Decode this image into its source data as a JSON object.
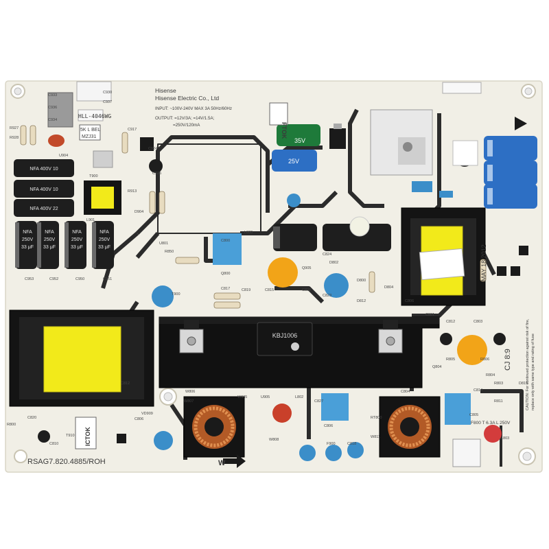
{
  "board": {
    "part_number": "RSAG7.820.4885/ROH",
    "model_label": "HLL-4046WG",
    "manufacturer_line1": "Hisense",
    "manufacturer_line2": "Hisense Electric Co., Ltd",
    "input_spec": "INPUT: ~100V-240V MAX 3A 50Hz/60Hz",
    "output_spec1": "OUTPUT: =12V/3A; =14V/1.5A;",
    "output_spec2": "=250V/120mA",
    "sticker_ftok": "FTOK",
    "sticker_ictok": "ICTOK",
    "sticker_lbel": "5K  L  BEL",
    "sticker_mzj": "MZJ31",
    "date_label": "MAY 18 2012",
    "code_label": "CJ 8:9",
    "fuse_label": "F800  T 6.3A L 250V",
    "caution_1": "CAUTION: For continued protection against risk of fire,",
    "caution_2": "replace only with same type and rating of fuse",
    "arrow_label": "W",
    "bridge_label": "KBJ1006",
    "colors": {
      "pcb": "#f1efe6",
      "trace": "#2b2b2b",
      "heatsink": "#111111",
      "transformer_tape": "#f2ea1a",
      "cap_blue": "#2d6fc4",
      "cap_black": "#1e1e1e",
      "cap_green": "#1e7a3a",
      "ceramic_blue": "#3b8ec9",
      "ceramic_yellow": "#f2a418",
      "x_cap_blue": "#4a9fd8"
    }
  },
  "caps_small": [
    {
      "v": "25V"
    },
    {
      "v": "35V"
    }
  ],
  "caps_large": [
    {
      "t": "NFA",
      "v": "250V",
      "c": "33 μF"
    },
    {
      "t": "NFA",
      "v": "250V",
      "c": "33 μF"
    },
    {
      "t": "NFA",
      "v": "250V",
      "c": "33 μF"
    },
    {
      "t": "NFA",
      "v": "250V",
      "c": "33 μF"
    }
  ],
  "caps_mid": [
    {
      "t": "NFA",
      "v": "400V",
      "c": "10"
    },
    {
      "t": "NFA",
      "v": "400V",
      "c": "10"
    },
    {
      "t": "NFA",
      "v": "400V",
      "c": "22"
    }
  ],
  "ref_labels": [
    "C933",
    "C936",
    "C934",
    "C930",
    "C937",
    "R927",
    "R928",
    "U904",
    "C924",
    "C925",
    "T900",
    "L901",
    "R913",
    "D904",
    "C917",
    "C953",
    "C952",
    "C950",
    "C951",
    "U801",
    "R850",
    "Q800",
    "C800",
    "L800",
    "T900",
    "C817",
    "C819",
    "C815",
    "C822",
    "C823",
    "C824",
    "Q905",
    "D802",
    "D800",
    "D812",
    "D804",
    "C806",
    "C801",
    "C812",
    "C803",
    "R805",
    "R806",
    "Q804",
    "R804",
    "R803",
    "C820",
    "C810",
    "T910",
    "C806",
    "VD909",
    "W806",
    "W807",
    "W935",
    "U905",
    "L802",
    "C827",
    "C806",
    "F900",
    "C818",
    "RT800",
    "W811",
    "C804",
    "C805",
    "C814",
    "R811",
    "L803",
    "D815",
    "R800",
    "C812",
    "W808"
  ]
}
